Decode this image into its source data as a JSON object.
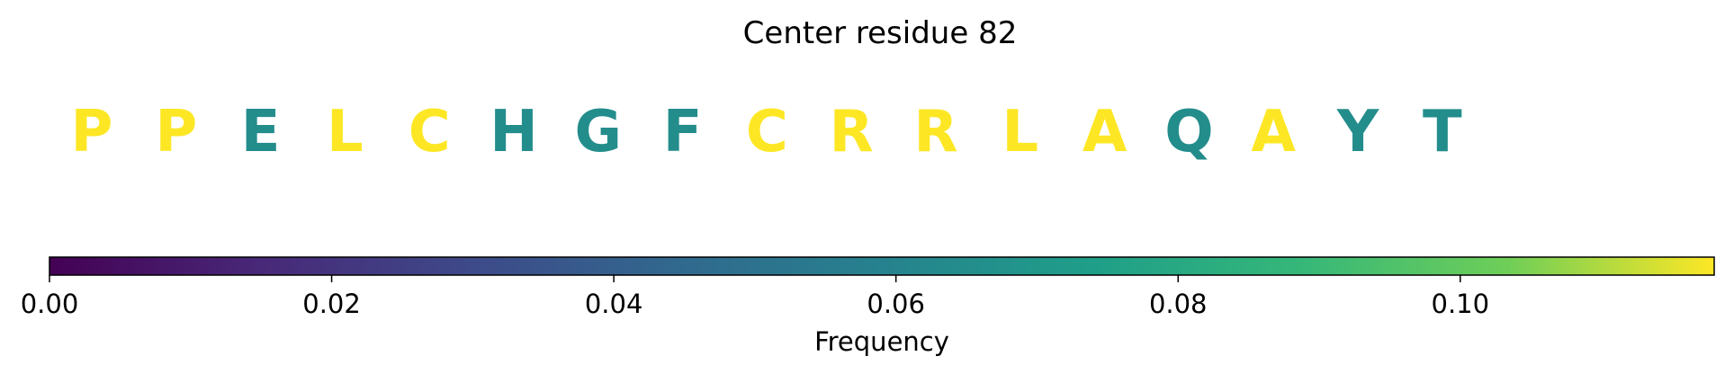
{
  "chart_data": {
    "type": "sequence-logo",
    "title": "Center residue 82",
    "residues": [
      {
        "letter": "P",
        "frequency": 0.118
      },
      {
        "letter": "P",
        "frequency": 0.118
      },
      {
        "letter": "E",
        "frequency": 0.065
      },
      {
        "letter": "L",
        "frequency": 0.118
      },
      {
        "letter": "C",
        "frequency": 0.118
      },
      {
        "letter": "H",
        "frequency": 0.065
      },
      {
        "letter": "G",
        "frequency": 0.065
      },
      {
        "letter": "F",
        "frequency": 0.065
      },
      {
        "letter": "C",
        "frequency": 0.118
      },
      {
        "letter": "R",
        "frequency": 0.118
      },
      {
        "letter": "R",
        "frequency": 0.118
      },
      {
        "letter": "L",
        "frequency": 0.118
      },
      {
        "letter": "A",
        "frequency": 0.118
      },
      {
        "letter": "Q",
        "frequency": 0.065
      },
      {
        "letter": "A",
        "frequency": 0.118
      },
      {
        "letter": "Y",
        "frequency": 0.065
      },
      {
        "letter": "T",
        "frequency": 0.065
      }
    ],
    "colorbar": {
      "label": "Frequency",
      "colormap": "viridis",
      "range": [
        0,
        0.118
      ],
      "ticks": [
        0.0,
        0.02,
        0.04,
        0.06,
        0.08,
        0.1
      ],
      "tick_labels": [
        "0.00",
        "0.02",
        "0.04",
        "0.06",
        "0.08",
        "0.10"
      ]
    }
  }
}
